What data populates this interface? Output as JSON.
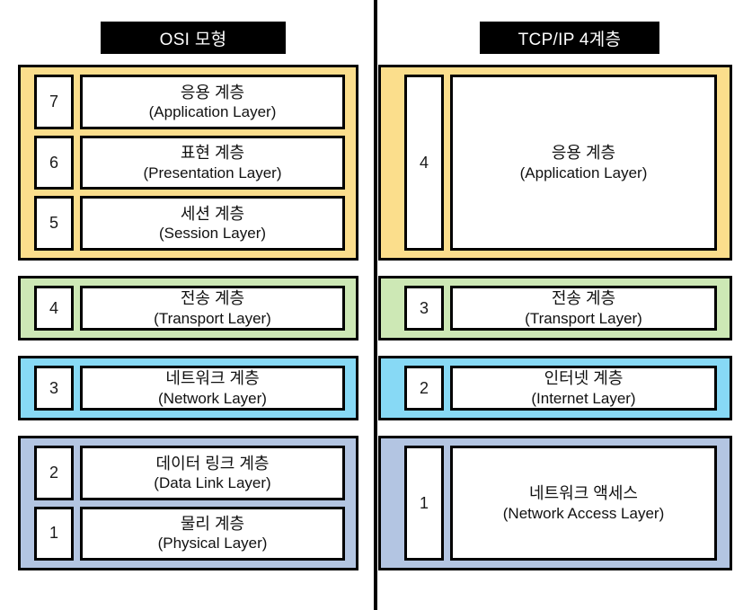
{
  "titles": {
    "left": "OSI 모형",
    "right": "TCP/IP 4계층"
  },
  "colors": {
    "application_band": "#FBDE8C",
    "transport_band": "#CDE8B5",
    "network_band": "#87D9F5",
    "link_band": "#B3C5E2",
    "border": "#000000",
    "title_bar_bg": "#000000",
    "title_bar_text": "#FFFFFF",
    "cell_bg": "#FFFFFF"
  },
  "osi": {
    "layers": [
      {
        "number": "7",
        "ko": "응용 계층",
        "en": "(Application Layer)"
      },
      {
        "number": "6",
        "ko": "표현 계층",
        "en": "(Presentation Layer)"
      },
      {
        "number": "5",
        "ko": "세션 계층",
        "en": "(Session Layer)"
      },
      {
        "number": "4",
        "ko": "전송 계층",
        "en": "(Transport Layer)"
      },
      {
        "number": "3",
        "ko": "네트워크 계층",
        "en": "(Network Layer)"
      },
      {
        "number": "2",
        "ko": "데이터 링크 계층",
        "en": "(Data Link Layer)"
      },
      {
        "number": "1",
        "ko": "물리 계층",
        "en": "(Physical Layer)"
      }
    ]
  },
  "tcpip": {
    "layers": [
      {
        "number": "4",
        "ko": "응용 계층",
        "en": "(Application Layer)"
      },
      {
        "number": "3",
        "ko": "전송 계층",
        "en": "(Transport Layer)"
      },
      {
        "number": "2",
        "ko": "인터넷 계층",
        "en": "(Internet Layer)"
      },
      {
        "number": "1",
        "ko": "네트워크 액세스",
        "en": "(Network Access Layer)"
      }
    ]
  }
}
